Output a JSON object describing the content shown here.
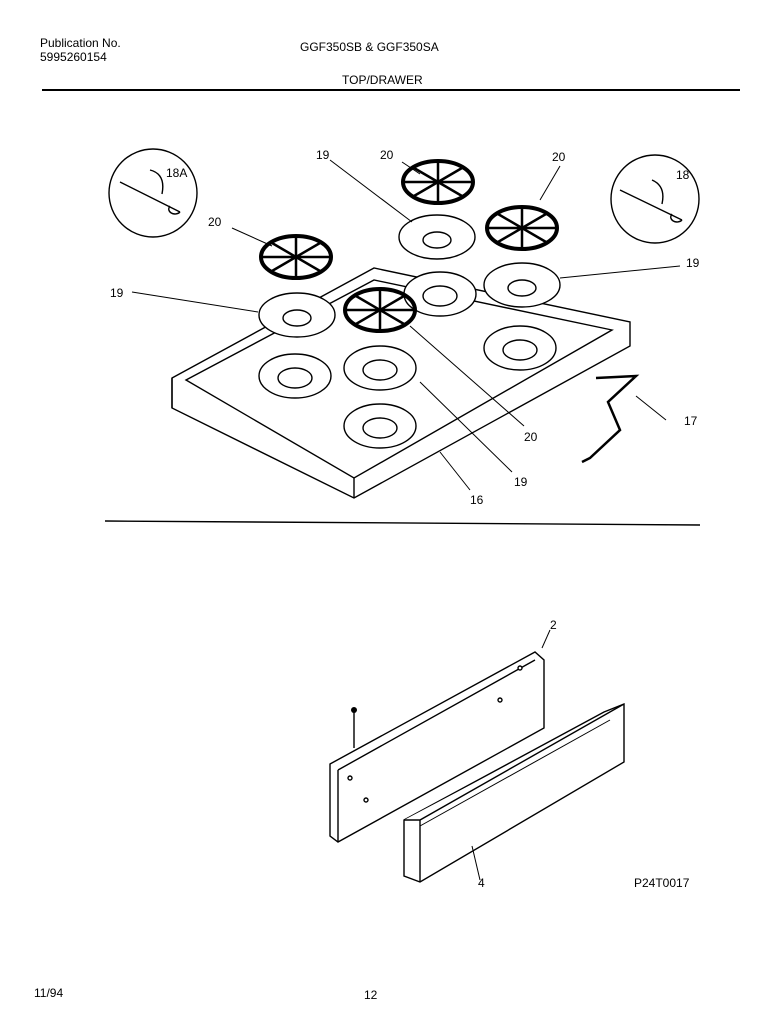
{
  "header": {
    "publication_label": "Publication No.",
    "publication_number": "5995260154",
    "models": "GGF350SB & GGF350SA",
    "section_title": "TOP/DRAWER"
  },
  "callouts": {
    "c19_top": "19",
    "c20_top": "20",
    "c20_right": "20",
    "c18a": "18A",
    "c18": "18",
    "c20_left": "20",
    "c19_right": "19",
    "c19_left": "19",
    "c17": "17",
    "c20_bottom": "20",
    "c19_bottom": "19",
    "c16": "16",
    "c2": "2",
    "c4": "4"
  },
  "figure_code": "P24T0017",
  "footer": {
    "date": "11/94",
    "page": "12"
  }
}
